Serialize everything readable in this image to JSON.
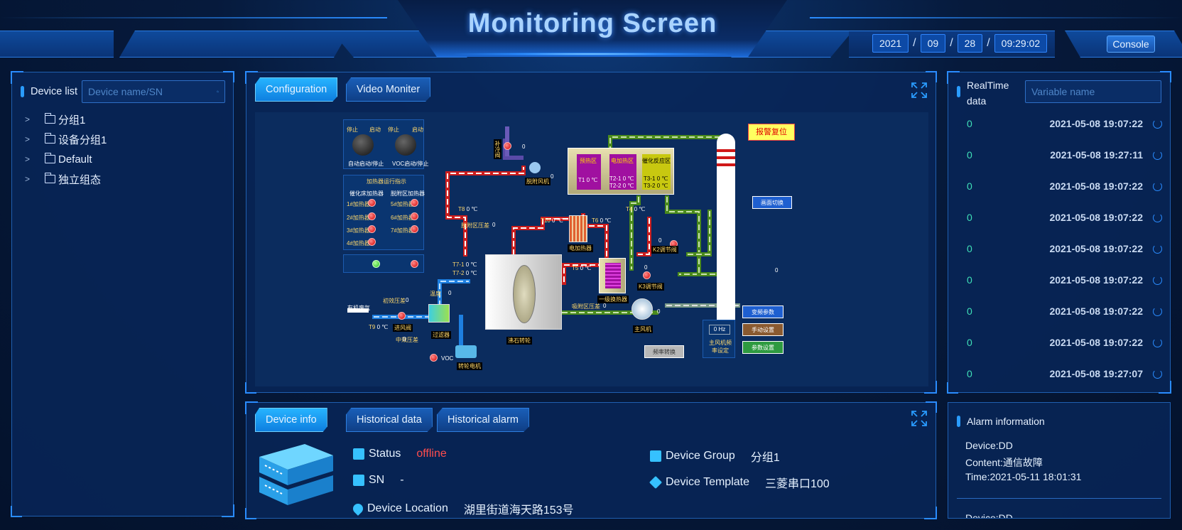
{
  "header": {
    "title": "Monitoring Screen",
    "date": {
      "year": "2021",
      "month": "09",
      "day": "28",
      "time": "09:29:02",
      "sep": "/"
    },
    "console_label": "Console"
  },
  "device_list": {
    "title": "Device list",
    "search_placeholder": "Device name/SN",
    "items": [
      {
        "label": "分组1"
      },
      {
        "label": "设备分组1"
      },
      {
        "label": "Default"
      },
      {
        "label": "独立组态"
      }
    ]
  },
  "main_tabs": [
    {
      "label": "Configuration",
      "active": true
    },
    {
      "label": "Video Moniter",
      "active": false
    }
  ],
  "scada": {
    "panel": {
      "stop1": "停止",
      "start1": "启动",
      "stop2": "停止",
      "start2": "启动",
      "knob1": "自动启动/停止",
      "knob2": "VOC启动/停止",
      "heater_title": "加热器运行指示",
      "col1": "催化床加热器",
      "col2": "脱附区加热器",
      "h1": "1#加热器",
      "h2": "2#加热器",
      "h3": "3#加热器",
      "h4": "4#加热器",
      "h5": "5#加热器",
      "h6": "6#加热器",
      "h7": "7#加热器"
    },
    "labels": {
      "alarm_reset": "报警复位",
      "screen_switch": "画面切换",
      "freq_params": "变频参数",
      "manual_set": "手动设置",
      "param_set": "参数设置",
      "freq_convert": "频率转换",
      "hz": "0 Hz",
      "main_fan_freq": "主风机频率设定",
      "preheat": "预热区",
      "electric": "电加热区",
      "catalytic": "催化反应区",
      "desorb_fan": "脱附风机",
      "replenish": "补冷阀",
      "t1": "T1",
      "t2_1": "T2-1",
      "t2_2": "T2-2",
      "t3_1": "T3-1",
      "t3_2": "T3-2",
      "zero_c": "0 ℃",
      "t8": "T8",
      "t4": "T4",
      "t10": "T10",
      "t6": "T6",
      "t5": "T5",
      "t7_1": "T7-1",
      "t7_2": "T7-2",
      "t9": "T9",
      "desorb_pressure": "脱附区压差",
      "heat_exch": "电加热器",
      "k2_valve": "K2调节阀",
      "k3_valve": "K3调节阀",
      "heat_exch2": "一级换热器",
      "adsorb_pressure": "吸附区压差",
      "main_fan": "主风机",
      "rotor": "沸石转轮",
      "organic_gas": "有机废气",
      "init_pressure": "初效压差",
      "mid_pressure": "中效压差",
      "inlet_valve": "进风阀",
      "temp": "温度",
      "filter": "过滤器",
      "voc": "VOC",
      "rotor_motor": "转轮电机",
      "zero": "0"
    }
  },
  "info_tabs": [
    {
      "label": "Device info",
      "active": true
    },
    {
      "label": "Historical data",
      "active": false
    },
    {
      "label": "Historical alarm",
      "active": false
    }
  ],
  "device_info": {
    "status_label": "Status",
    "status_value": "offline",
    "sn_label": "SN",
    "sn_value": "-",
    "location_label": "Device Location",
    "location_value": "湖里街道海天路153号",
    "group_label": "Device Group",
    "group_value": "分组1",
    "template_label": "Device Template",
    "template_value": "三菱串口100"
  },
  "realtime": {
    "title_line1": "RealTime",
    "title_line2": "data",
    "search_placeholder": "Variable name",
    "rows": [
      {
        "value": "0",
        "time": "2021-05-08 19:07:22"
      },
      {
        "value": "0",
        "time": "2021-05-08 19:27:11"
      },
      {
        "value": "0",
        "time": "2021-05-08 19:07:22"
      },
      {
        "value": "0",
        "time": "2021-05-08 19:07:22"
      },
      {
        "value": "0",
        "time": "2021-05-08 19:07:22"
      },
      {
        "value": "0",
        "time": "2021-05-08 19:07:22"
      },
      {
        "value": "0",
        "time": "2021-05-08 19:07:22"
      },
      {
        "value": "0",
        "time": "2021-05-08 19:07:22"
      },
      {
        "value": "0",
        "time": "2021-05-08 19:27:07"
      }
    ]
  },
  "alarm": {
    "title": "Alarm information",
    "device": "Device:DD",
    "content": "Content:通信故障",
    "time": "Time:2021-05-11 18:01:31",
    "device2": "Device:DD"
  },
  "colors": {
    "accent": "#2a8cff",
    "offline": "#ff4d4d",
    "value": "#3fe0b8",
    "bg": "#061a3c"
  }
}
